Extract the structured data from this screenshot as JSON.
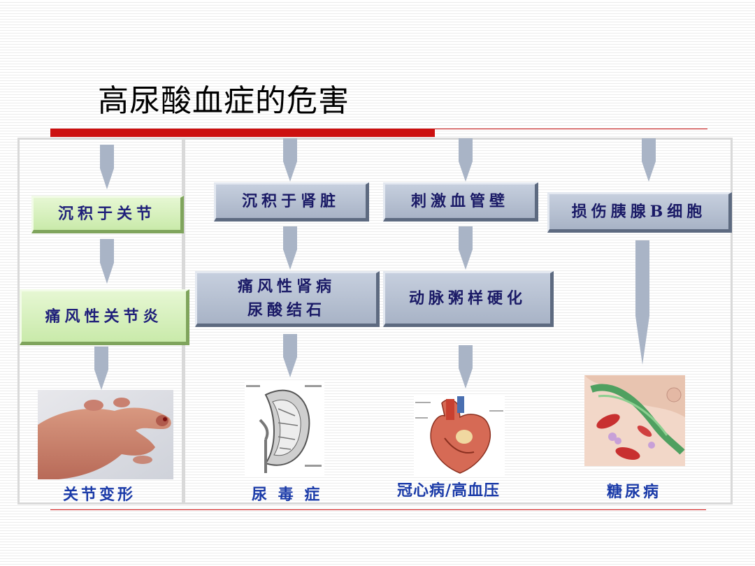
{
  "title": "高尿酸血症的危害",
  "columns": [
    {
      "steps": [
        "沉积于关节",
        "痛风性关节炎"
      ],
      "image": "deformed-hand-photo",
      "caption": "关节变形"
    },
    {
      "steps": [
        "沉积于肾脏",
        "痛风性肾病",
        "尿酸结石"
      ],
      "image": "kidney-cross-section",
      "caption": "尿 毒 症"
    },
    {
      "steps": [
        "刺激血管壁",
        "动脉粥样硬化"
      ],
      "image": "heart-anatomy",
      "caption": "冠心病/高血压"
    },
    {
      "steps": [
        "损伤胰腺B细胞"
      ],
      "image": "pancreas-tissue",
      "caption": "糖尿病"
    }
  ],
  "colors": {
    "accent_red": "#cc1010",
    "green_box": "#d6efbf",
    "gray_box": "#b7c0d0",
    "arrow": "#a9b4c6",
    "caption_blue": "#1a3aa8"
  }
}
